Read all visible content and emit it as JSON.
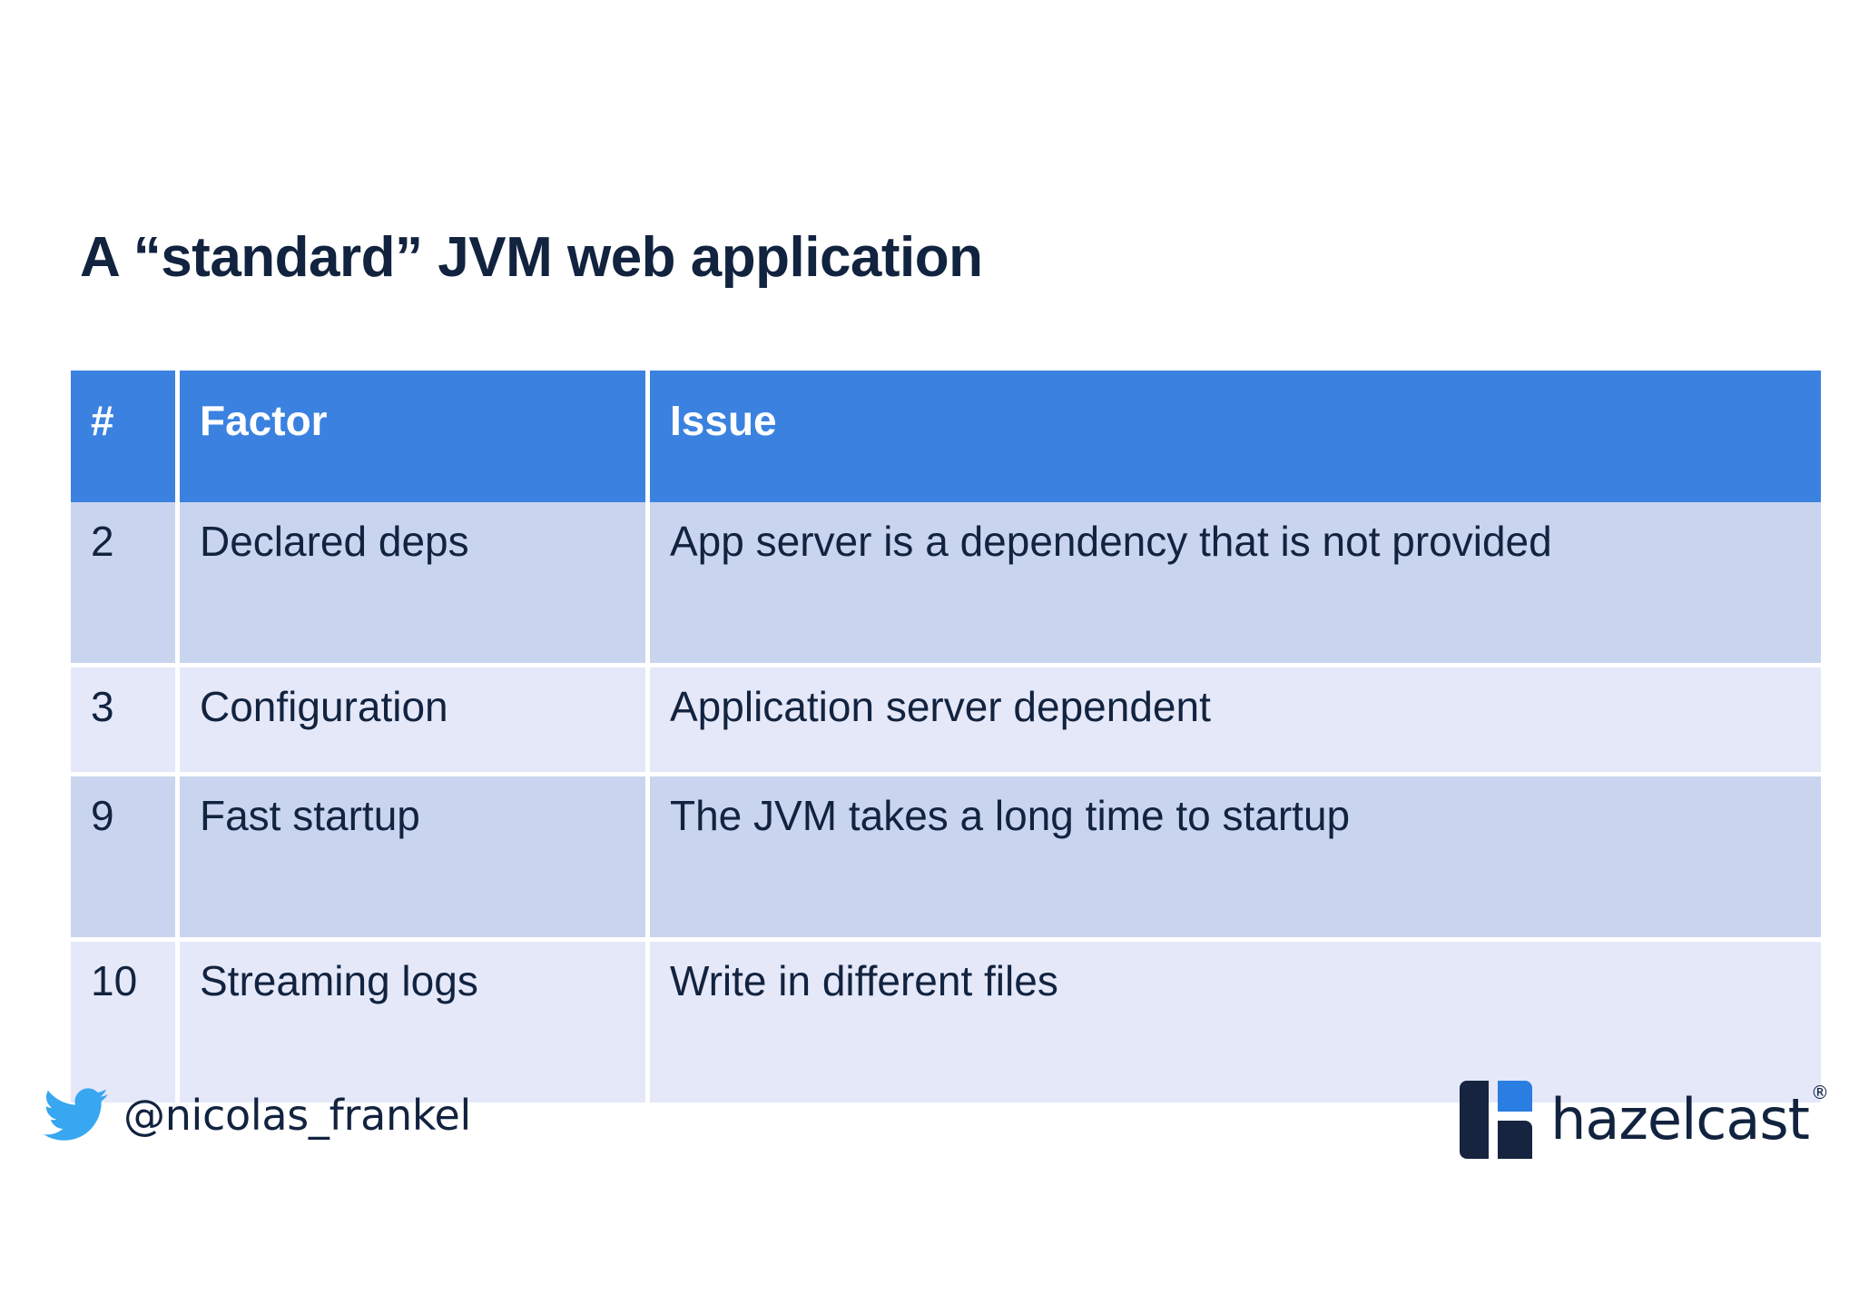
{
  "slide": {
    "title": "A “standard” JVM web application",
    "background_color": "#ffffff",
    "title_color": "#12233f"
  },
  "table": {
    "header_bg": "#3b82e0",
    "header_text_color": "#ffffff",
    "row_dark_bg": "#c9d4ef",
    "row_light_bg": "#e4e8f9",
    "body_text_color": "#12233f",
    "columns": [
      {
        "key": "num",
        "label": "#"
      },
      {
        "key": "factor",
        "label": "Factor"
      },
      {
        "key": "issue",
        "label": "Issue"
      }
    ],
    "rows": [
      {
        "num": "2",
        "factor": "Declared deps",
        "issue": "App server is a dependency that is not provided"
      },
      {
        "num": "3",
        "factor": "Configuration",
        "issue": "Application server dependent"
      },
      {
        "num": "9",
        "factor": "Fast startup",
        "issue": "The JVM takes a long time to startup"
      },
      {
        "num": "10",
        "factor": "Streaming logs",
        "issue": "Write in different files"
      }
    ]
  },
  "footer": {
    "twitter_icon": "twitter-bird-icon",
    "twitter_icon_color": "#36a7f0",
    "handle": "@nicolas_frankel",
    "logo": {
      "icon": "hazelcast-logo-icon",
      "wordmark": "hazelcast",
      "registered_mark": "®",
      "dark_color": "#16243f",
      "accent_color": "#2a7de1"
    }
  }
}
